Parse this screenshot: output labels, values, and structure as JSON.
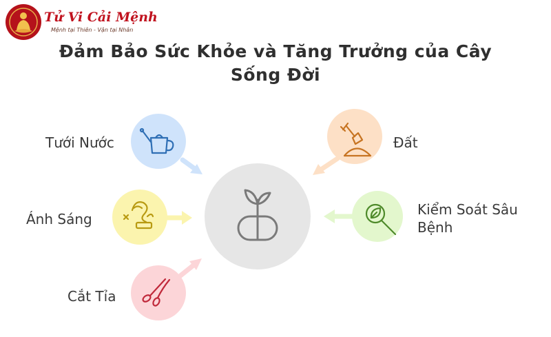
{
  "brand": {
    "name": "Tử Vi Cải Mệnh",
    "tagline": "Mệnh tại Thiên - Vận tại Nhân"
  },
  "title": {
    "line1": "Đảm Bảo Sức Khỏe và Tăng Trưởng của Cây",
    "line2": "Sống Đời"
  },
  "items": {
    "watering": {
      "label": "Tưới Nước",
      "icon": "watering-can-icon",
      "color": "#cfe3fb"
    },
    "light": {
      "label": "Ánh Sáng",
      "icon": "sun-plant-icon",
      "color": "#fbf4ae"
    },
    "pruning": {
      "label": "Cắt Tỉa",
      "icon": "scissors-icon",
      "color": "#fcd5d8"
    },
    "soil": {
      "label": "Đất",
      "icon": "shovel-soil-icon",
      "color": "#fde0c6"
    },
    "pest": {
      "label_line1": "Kiểm Soát Sâu",
      "label_line2": "Bệnh",
      "icon": "magnifier-leaf-icon",
      "color": "#e3f7cd"
    }
  },
  "center": {
    "icon": "sprout-capsule-icon",
    "color": "#e6e6e6"
  }
}
